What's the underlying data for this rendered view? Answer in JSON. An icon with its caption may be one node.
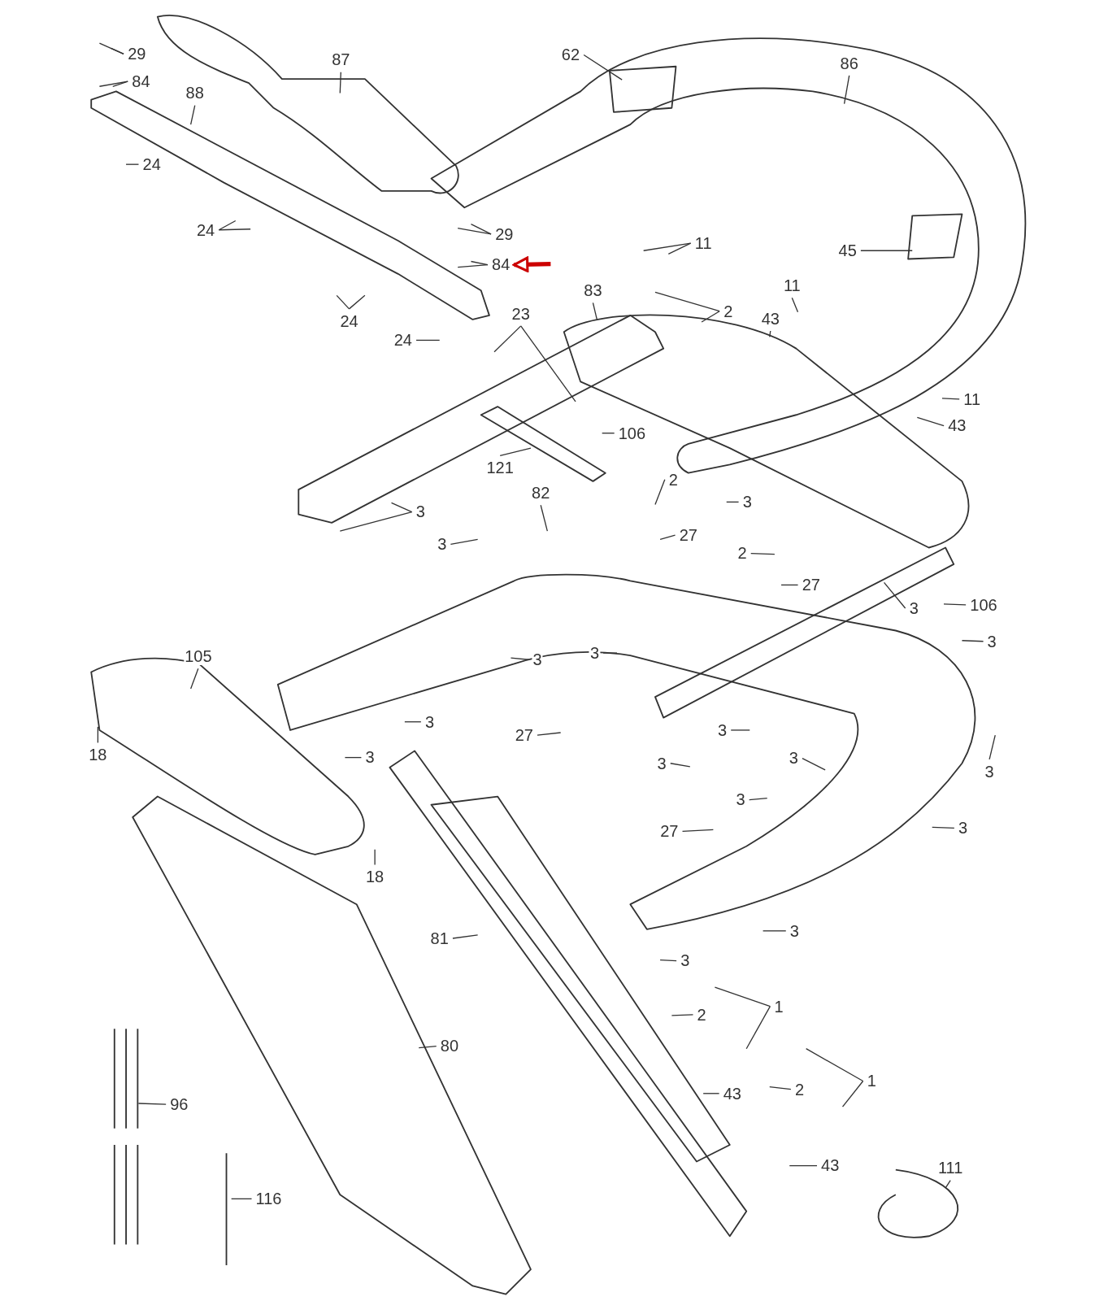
{
  "diagram": {
    "nodes": [
      {
        "text": [
          "29"
        ]
      },
      {
        "text": [
          "84"
        ]
      },
      {
        "text": [
          "87"
        ]
      },
      {
        "text": [
          "62"
        ]
      },
      {
        "text": [
          "86"
        ]
      },
      {
        "text": [
          "88"
        ]
      },
      {
        "text": [
          "24"
        ]
      },
      {
        "text": [
          "24"
        ]
      },
      {
        "text": [
          "29"
        ]
      },
      {
        "text": [
          "84"
        ]
      },
      {
        "text": [
          "11"
        ]
      },
      {
        "text": [
          "45"
        ]
      },
      {
        "text": [
          "83"
        ]
      },
      {
        "text": [
          "24"
        ]
      },
      {
        "text": [
          "2"
        ]
      },
      {
        "text": [
          "11"
        ]
      },
      {
        "text": [
          "43"
        ]
      },
      {
        "text": [
          "24"
        ]
      },
      {
        "text": [
          "23"
        ]
      },
      {
        "text": [
          "11"
        ]
      },
      {
        "text": [
          "43"
        ]
      },
      {
        "text": [
          "106"
        ]
      },
      {
        "text": [
          "121"
        ]
      },
      {
        "text": [
          "2"
        ]
      },
      {
        "text": [
          "82"
        ]
      },
      {
        "text": [
          "3"
        ]
      },
      {
        "text": [
          "3"
        ]
      },
      {
        "text": [
          "27"
        ]
      },
      {
        "text": [
          "3"
        ]
      },
      {
        "text": [
          "2"
        ]
      },
      {
        "text": [
          "27"
        ]
      },
      {
        "text": [
          "106"
        ]
      },
      {
        "text": [
          "3"
        ]
      },
      {
        "text": [
          "3"
        ]
      },
      {
        "text": [
          "105"
        ]
      },
      {
        "text": [
          "3"
        ]
      },
      {
        "text": [
          "3"
        ]
      },
      {
        "text": [
          "3"
        ]
      },
      {
        "text": [
          "27"
        ]
      },
      {
        "text": [
          "3"
        ]
      },
      {
        "text": [
          "18"
        ]
      },
      {
        "text": [
          "3"
        ]
      },
      {
        "text": [
          "3"
        ]
      },
      {
        "text": [
          "3"
        ]
      },
      {
        "text": [
          "3"
        ]
      },
      {
        "text": [
          "3"
        ]
      },
      {
        "text": [
          "27"
        ]
      },
      {
        "text": [
          "3"
        ]
      },
      {
        "text": [
          "18"
        ]
      },
      {
        "text": [
          "81"
        ]
      },
      {
        "text": [
          "3"
        ]
      },
      {
        "text": [
          "3"
        ]
      },
      {
        "text": [
          "1"
        ]
      },
      {
        "text": [
          "2"
        ]
      },
      {
        "text": [
          "80"
        ]
      },
      {
        "text": [
          "43"
        ]
      },
      {
        "text": [
          "2"
        ]
      },
      {
        "text": [
          "1"
        ]
      },
      {
        "text": [
          "96"
        ]
      },
      {
        "text": [
          "43"
        ]
      },
      {
        "text": [
          "111"
        ]
      },
      {
        "text": [
          "116"
        ]
      }
    ],
    "edges": [
      {
        "from": 0,
        "to": null,
        "arrow": "none"
      },
      {
        "from": 0,
        "to": null,
        "arrow": "none"
      },
      {
        "from": 1,
        "to": null,
        "arrow": "none"
      },
      {
        "from": 1,
        "to": null,
        "arrow": "none"
      },
      {
        "from": 2,
        "to": null,
        "arrow": "none"
      },
      {
        "from": 3,
        "to": null,
        "arrow": "none"
      },
      {
        "from": 4,
        "to": null,
        "arrow": "none"
      },
      {
        "from": 5,
        "to": null,
        "arrow": "none"
      },
      {
        "from": 6,
        "to": null,
        "arrow": "none"
      },
      {
        "from": 7,
        "to": null,
        "arrow": "none"
      },
      {
        "from": 7,
        "to": null,
        "arrow": "none"
      },
      {
        "from": 8,
        "to": null,
        "arrow": "none"
      },
      {
        "from": 8,
        "to": null,
        "arrow": "none"
      },
      {
        "from": 9,
        "to": null,
        "arrow": "none"
      },
      {
        "from": 9,
        "to": null,
        "arrow": "none"
      },
      {
        "from": 10,
        "to": null,
        "arrow": "none"
      },
      {
        "from": 10,
        "to": null,
        "arrow": "none"
      },
      {
        "from": 11,
        "to": null,
        "arrow": "none"
      },
      {
        "from": 12,
        "to": null,
        "arrow": "none"
      },
      {
        "from": 13,
        "to": null,
        "arrow": "none"
      },
      {
        "from": 13,
        "to": null,
        "arrow": "none"
      },
      {
        "from": 14,
        "to": null,
        "arrow": "none"
      },
      {
        "from": 14,
        "to": null,
        "arrow": "none"
      },
      {
        "from": 15,
        "to": null,
        "arrow": "none"
      },
      {
        "from": 16,
        "to": null,
        "arrow": "none"
      },
      {
        "from": 17,
        "to": null,
        "arrow": "none"
      },
      {
        "from": 18,
        "to": null,
        "arrow": "none"
      },
      {
        "from": 18,
        "to": null,
        "arrow": "none"
      },
      {
        "from": 19,
        "to": null,
        "arrow": "none"
      },
      {
        "from": 20,
        "to": null,
        "arrow": "none"
      },
      {
        "from": 21,
        "to": null,
        "arrow": "none"
      },
      {
        "from": 22,
        "to": null,
        "arrow": "none"
      },
      {
        "from": 23,
        "to": null,
        "arrow": "none"
      },
      {
        "from": 24,
        "to": null,
        "arrow": "none"
      },
      {
        "from": 25,
        "to": null,
        "arrow": "none"
      },
      {
        "from": 26,
        "to": null,
        "arrow": "none"
      },
      {
        "from": 26,
        "to": null,
        "arrow": "none"
      },
      {
        "from": 27,
        "to": null,
        "arrow": "none"
      },
      {
        "from": 28,
        "to": null,
        "arrow": "none"
      },
      {
        "from": 29,
        "to": null,
        "arrow": "none"
      },
      {
        "from": 30,
        "to": null,
        "arrow": "none"
      },
      {
        "from": 31,
        "to": null,
        "arrow": "none"
      },
      {
        "from": 32,
        "to": null,
        "arrow": "none"
      },
      {
        "from": 33,
        "to": null,
        "arrow": "none"
      },
      {
        "from": 34,
        "to": null,
        "arrow": "none"
      },
      {
        "from": 35,
        "to": null,
        "arrow": "none"
      },
      {
        "from": 36,
        "to": null,
        "arrow": "none"
      },
      {
        "from": 37,
        "to": null,
        "arrow": "none"
      },
      {
        "from": 38,
        "to": null,
        "arrow": "none"
      },
      {
        "from": 39,
        "to": null,
        "arrow": "none"
      },
      {
        "from": 40,
        "to": null,
        "arrow": "none"
      },
      {
        "from": 41,
        "to": null,
        "arrow": "none"
      },
      {
        "from": 42,
        "to": null,
        "arrow": "none"
      },
      {
        "from": 43,
        "to": null,
        "arrow": "none"
      },
      {
        "from": 44,
        "to": null,
        "arrow": "none"
      },
      {
        "from": 45,
        "to": null,
        "arrow": "none"
      },
      {
        "from": 46,
        "to": null,
        "arrow": "none"
      },
      {
        "from": 47,
        "to": null,
        "arrow": "none"
      },
      {
        "from": 48,
        "to": null,
        "arrow": "none"
      },
      {
        "from": 49,
        "to": null,
        "arrow": "none"
      },
      {
        "from": 50,
        "to": null,
        "arrow": "none"
      },
      {
        "from": 51,
        "to": null,
        "arrow": "none"
      },
      {
        "from": 52,
        "to": null,
        "arrow": "none"
      },
      {
        "from": 52,
        "to": null,
        "arrow": "none"
      },
      {
        "from": 53,
        "to": null,
        "arrow": "none"
      },
      {
        "from": 54,
        "to": null,
        "arrow": "none"
      },
      {
        "from": 55,
        "to": null,
        "arrow": "none"
      },
      {
        "from": 56,
        "to": null,
        "arrow": "none"
      },
      {
        "from": 57,
        "to": null,
        "arrow": "none"
      },
      {
        "from": 57,
        "to": null,
        "arrow": "none"
      },
      {
        "from": 58,
        "to": null,
        "arrow": "none"
      },
      {
        "from": 59,
        "to": null,
        "arrow": "none"
      },
      {
        "from": 60,
        "to": null,
        "arrow": "none"
      },
      {
        "from": 61,
        "to": null,
        "arrow": "none"
      },
      {
        "from": null,
        "to": 9,
        "arrow": "to",
        "style": "thick",
        "color": "#cc0000"
      }
    ]
  }
}
